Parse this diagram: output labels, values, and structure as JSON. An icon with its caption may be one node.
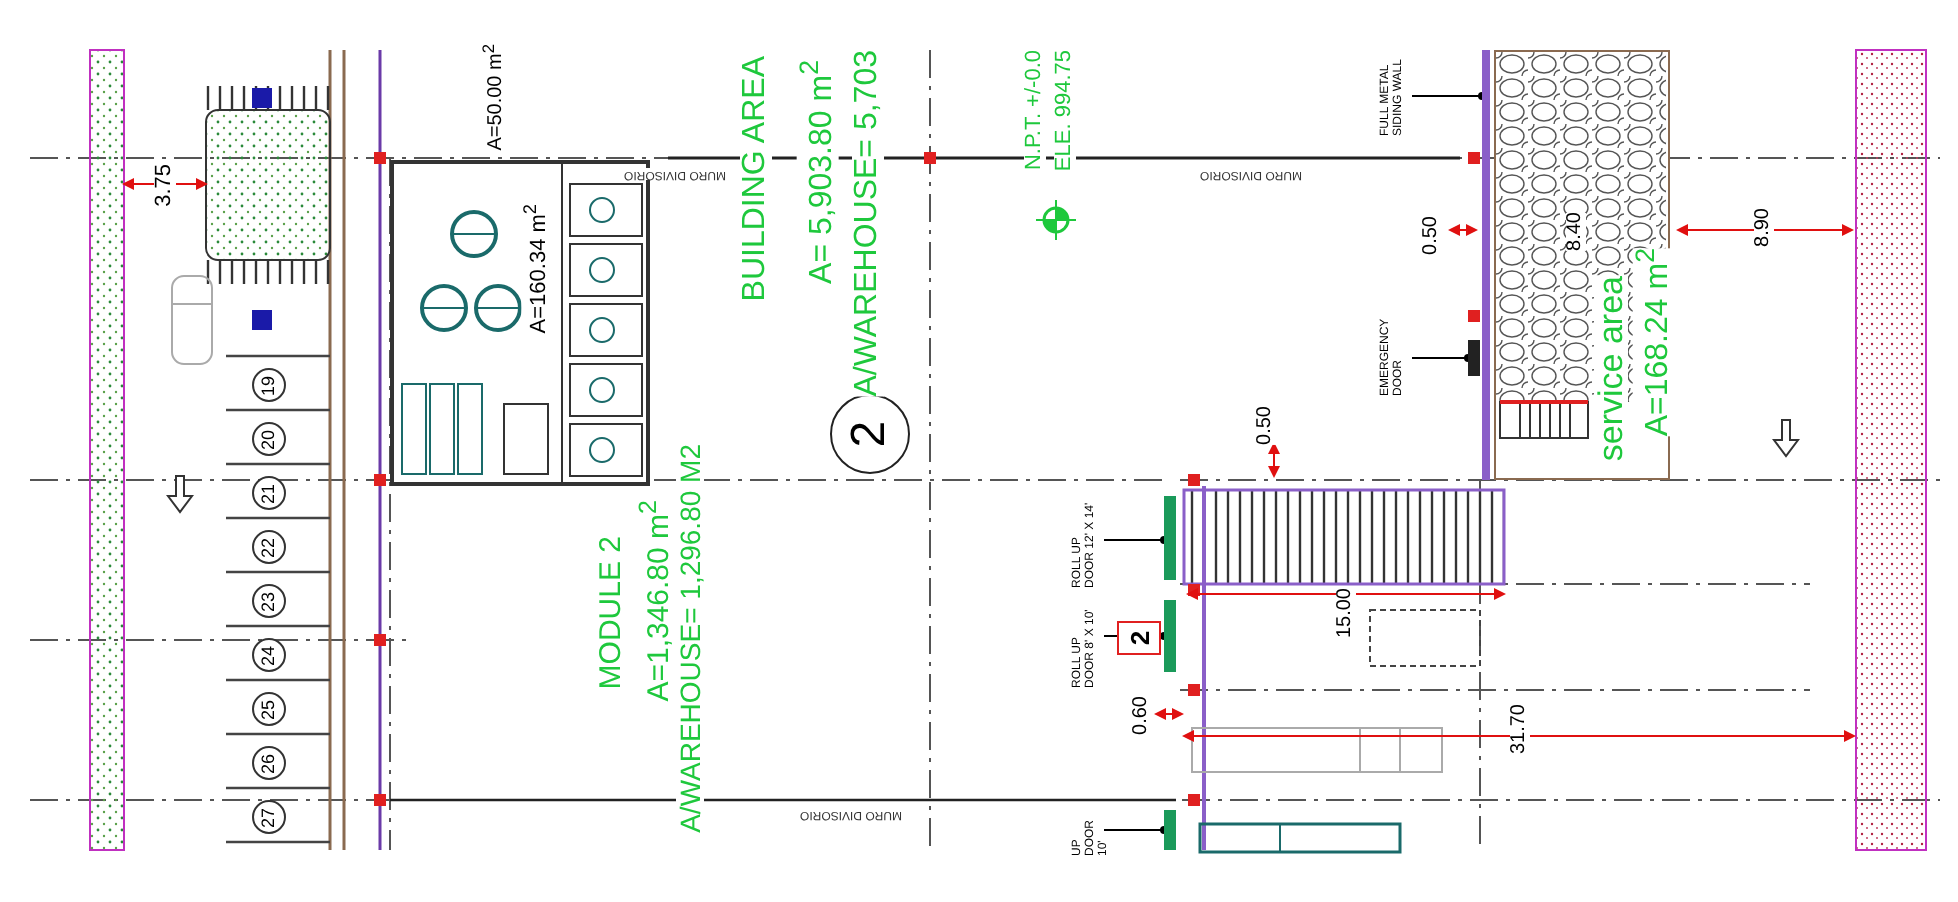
{
  "diagram": {
    "nodes": [
      {
        "text": [
          "A=160.34 m$^{2}$"
        ]
      },
      {
        "text": [
          "2"
        ]
      },
      {
        "text": [
          "FULL METAL SIDING WALL"
        ]
      },
      {
        "text": [],
        "shape": "bar"
      },
      {
        "text": [
          "EMERGENCY DOOR"
        ]
      },
      {
        "text": [],
        "shape": "bar"
      },
      {
        "text": [
          "service area",
          "A=168.24 m$^{2}$"
        ]
      },
      {
        "text": [
          "ROLL UP DOOR 12' X 14'"
        ]
      },
      {
        "text": [],
        "shape": "bar"
      },
      {
        "text": [
          "2"
        ]
      },
      {
        "text": [
          "ROLL UP DOOR 8' X 10'"
        ]
      },
      {
        "text": [],
        "shape": "bar"
      },
      {
        "text": [
          "UP DOOR 10'"
        ]
      },
      {
        "text": [],
        "shape": "bar"
      }
    ],
    "edges": [
      {
        "from": 2,
        "to": 3,
        "arrow": "other"
      },
      {
        "from": 4,
        "to": 5,
        "arrow": "other"
      },
      {
        "from": 7,
        "to": 8,
        "arrow": "other"
      },
      {
        "from": 10,
        "to": 11,
        "arrow": "other"
      },
      {
        "from": 12,
        "to": 13,
        "arrow": "other"
      }
    ],
    "labels": [
      "A=50.00 m$^{2}$",
      "3.75",
      "19",
      "20",
      "21",
      "22",
      "23",
      "24",
      "25",
      "26",
      "27",
      "MURO DIVISORIO",
      "BUILDING AREA",
      "A= 5,903.80 m$^{2}$",
      "A/WAREHOUSE= 5,703",
      "MODULE 2",
      "A=1,346.80 m$^{2}$",
      "A/WAREHOUSE= 1,296.80 M2",
      "N.P.T. +/-0.0",
      "ELE. 994.75",
      "MURO DIVISORIO",
      "MURO DIVISORIO",
      "0.50",
      "0.50",
      "8.40",
      "8.90",
      "0.60",
      "15.00",
      "31.70"
    ]
  }
}
